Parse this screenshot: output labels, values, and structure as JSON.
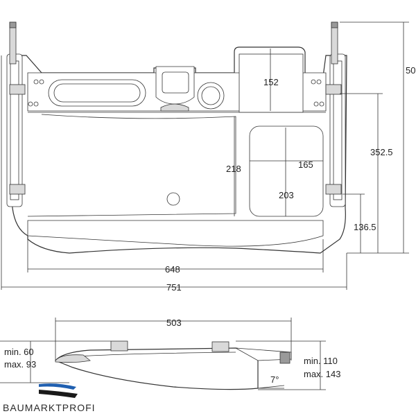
{
  "top_view": {
    "dims": {
      "d503": "503",
      "d152": "152",
      "d3525": "352.5",
      "d218": "218",
      "d165": "165",
      "d203": "203",
      "d1365": "136.5",
      "d648": "648",
      "d751": "751"
    }
  },
  "side_view": {
    "dims": {
      "d503": "503",
      "min_left": "min. 60",
      "max_left": "max. 93",
      "min_right": "min. 110",
      "max_right": "max. 143",
      "angle": "7°"
    }
  },
  "logo": {
    "text": "BAUMARKTPROFI",
    "colors": {
      "blue": "#1f5fb0",
      "dark": "#1a1a1a"
    }
  }
}
